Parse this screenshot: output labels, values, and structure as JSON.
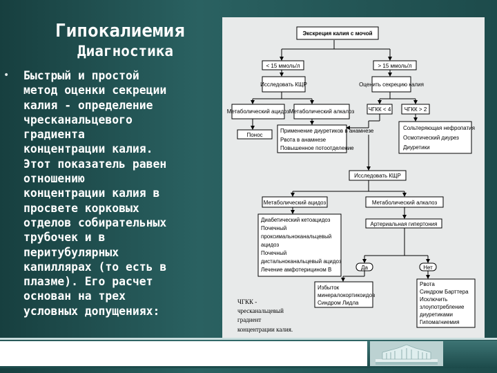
{
  "title": "Гипокалиемия",
  "subtitle": "Диагностика",
  "bullet_marker": "•",
  "body_lines": [
    "Быстрый и простой",
    "метод оценки секреции",
    "калия - определение",
    "чресканальцевого",
    "градиента",
    "концентрации калия.",
    "Этот показатель равен",
    "отношению",
    "концентрации калия в",
    "просвете корковых",
    "отделов собирательных",
    "трубочек и в",
    "перитубулярных",
    "капиллярах (то есть в",
    "плазме). Его расчет",
    "основан на трех",
    "условных допущениях:"
  ],
  "diagram": {
    "root": "Экскреция калия с мочой",
    "low": "< 15 ммоль/л",
    "high": "> 15 ммоль/л",
    "investigate_kshr": "Исследовать КЩР",
    "assess_secretion": "Оценить секрецию калия",
    "metab_acidosis": "Метаболический ацидоз",
    "metab_alkalosis": "Метаболический алкалоз",
    "ttkg_low": "ЧГКК < 4",
    "ttkg_high": "ЧГКК > 2",
    "diarrhea": "Понос",
    "diuretics_vomit": [
      "Применение диуретиков в анамнезе",
      "Рвота в анамнезе",
      "Повышенное потоотделение"
    ],
    "salt_wasting": [
      "Сольтеряющая нефропатия",
      "Осмотический диурез",
      "Диуретики"
    ],
    "investigate_kshr2": "Исследовать КЩР",
    "metab_acidosis2": "Метаболический ацидоз",
    "metab_alkalosis2": "Метаболический алкалоз",
    "acidosis_causes": [
      "Диабетический кетоацидоз",
      "Почечный",
      "проксимальноканальцевый",
      "ацидоз",
      "Почечный",
      "дистальноканальцевый ацидоз",
      "Лечение амфотерицином В"
    ],
    "hypertension": "Артериальная гипертония",
    "yes": "Да",
    "no": "Нет",
    "yes_causes": [
      "Избыток",
      "минералокортикоидов",
      "Синдром Лидла"
    ],
    "no_causes": [
      "Рвота",
      "Синдром Барттера",
      "Исключить",
      "злоупотребление",
      "диуретиками",
      "Гипомагниемия"
    ],
    "footnote": [
      "ЧГКК -",
      "чресканальцевый",
      "градиент",
      "концентрации калия."
    ]
  }
}
